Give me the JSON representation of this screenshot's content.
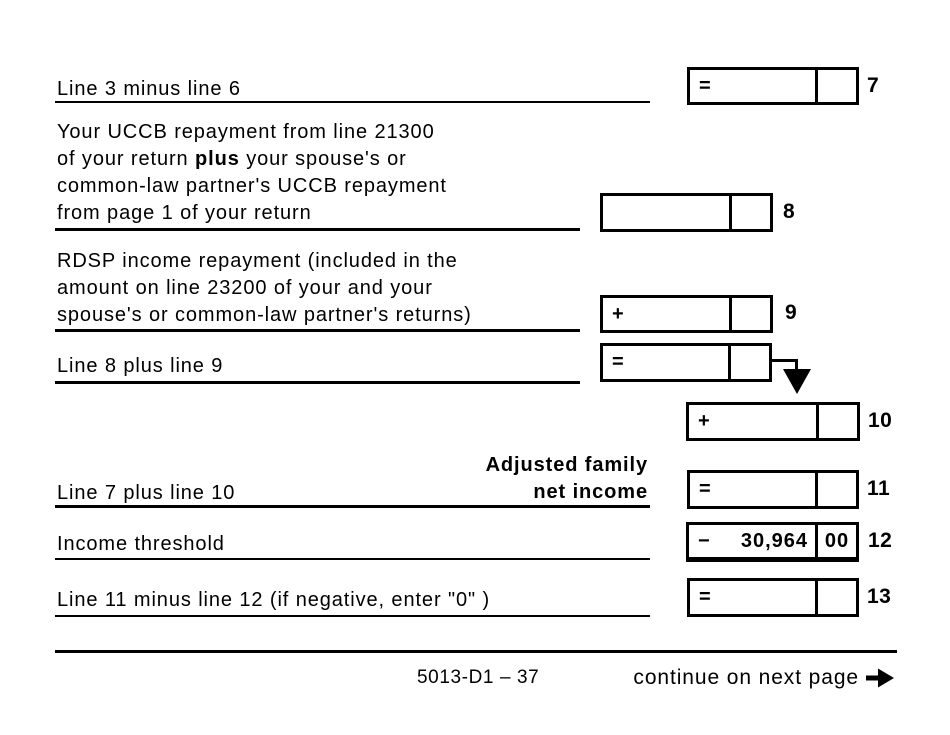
{
  "rows": {
    "row7": {
      "label": "Line 3 minus line 6",
      "sign": "=",
      "dollars": "",
      "cents": "",
      "num": "7"
    },
    "row8": {
      "label_line1": "Your UCCB repayment from line 21300",
      "label_line2_pre": "of your return ",
      "label_line2_bold": "plus",
      "label_line2_post": " your spouse's or",
      "label_line3": "common-law partner's UCCB repayment",
      "label_line4": "from page 1 of your return",
      "sign": "",
      "dollars": "",
      "cents": "",
      "num": "8"
    },
    "row9": {
      "label_line1": "RDSP income repayment (included in the",
      "label_line2": "amount on line 23200 of your and your",
      "label_line3": "spouse's or common-law partner's returns)",
      "sign": "+",
      "dollars": "",
      "cents": "",
      "num": "9"
    },
    "sum89": {
      "label": "Line 8 plus line 9",
      "sign": "=",
      "dollars": "",
      "cents": ""
    },
    "row10": {
      "sign": "+",
      "dollars": "",
      "cents": "",
      "num": "10"
    },
    "row11": {
      "heading_line1": "Adjusted family",
      "heading_line2": "net income",
      "label": "Line 7 plus line 10",
      "sign": "=",
      "dollars": "",
      "cents": "",
      "num": "11"
    },
    "row12": {
      "label": "Income threshold",
      "sign": "−",
      "dollars": "30,964",
      "cents": "00",
      "num": "12"
    },
    "row13": {
      "label": "Line 11 minus line 12 (if negative, enter \"0\" )",
      "sign": "=",
      "dollars": "",
      "cents": "",
      "num": "13"
    }
  },
  "footer": {
    "page_id": "5013-D1 – 37",
    "continue_text": "continue on next page"
  },
  "colors": {
    "ink": "#000000",
    "paper": "#ffffff"
  }
}
